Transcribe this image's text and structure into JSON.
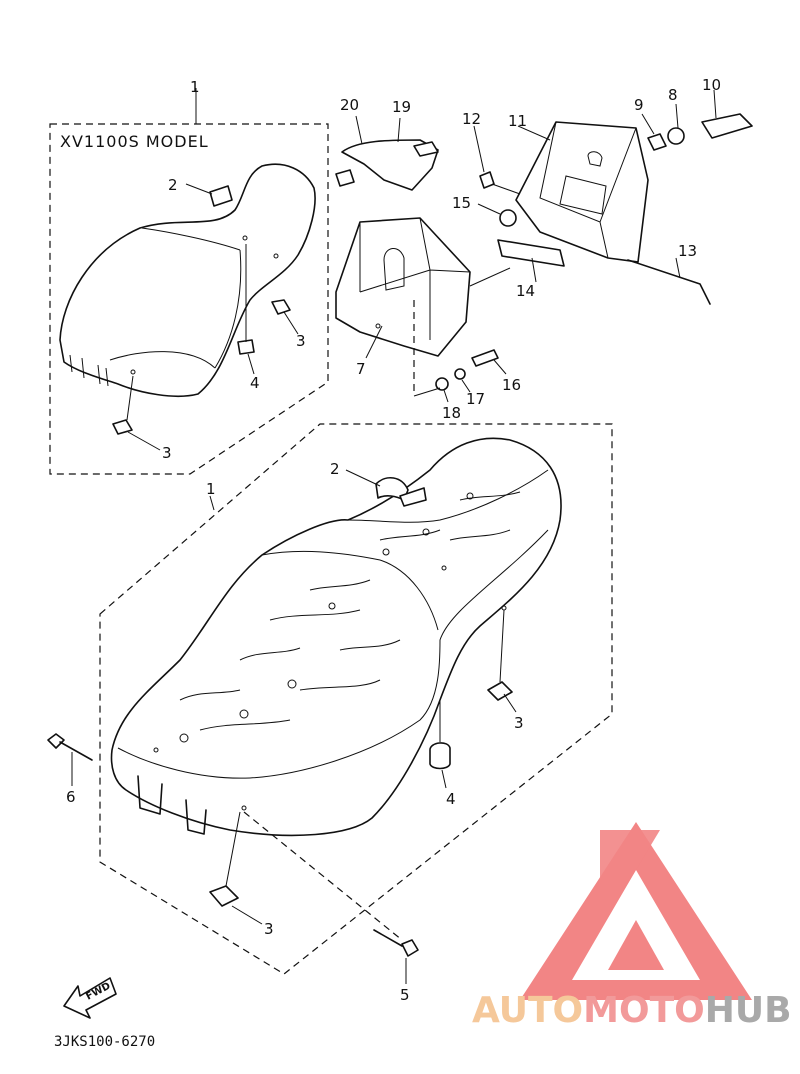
{
  "model_label": "XV1100S MODEL",
  "drawing_code": "3JKS100-6270",
  "fwd_label": "FWD",
  "watermark": {
    "part1": "AUTO",
    "part2": "MOTO",
    "part3": "HUB",
    "color_part1": "#f5c89a",
    "color_part2": "#f29a9a",
    "color_part3": "#a9a9a9",
    "logo_color": "#f07070"
  },
  "callouts": {
    "c1_top": "1",
    "c2_top": "2",
    "c3_top_a": "3",
    "c4_top": "4",
    "c3_top_b": "3",
    "c20": "20",
    "c19": "19",
    "c12": "12",
    "c11": "11",
    "c9": "9",
    "c8": "8",
    "c10": "10",
    "c15": "15",
    "c13": "13",
    "c14": "14",
    "c7": "7",
    "c16": "16",
    "c17": "17",
    "c18": "18",
    "c1_main": "1",
    "c2_main": "2",
    "c3_main_a": "3",
    "c4_main": "4",
    "c6": "6",
    "c3_main_b": "3",
    "c5": "5"
  }
}
